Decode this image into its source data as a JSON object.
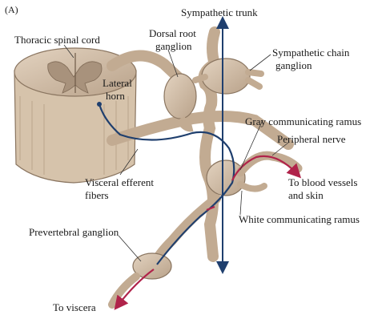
{
  "panel_tag": "(A)",
  "labels": {
    "sympathetic_trunk": "Sympathetic trunk",
    "thoracic_spinal_cord": "Thoracic spinal cord",
    "dorsal_root_ganglion_1": "Dorsal root",
    "dorsal_root_ganglion_2": "ganglion",
    "sympathetic_chain_ganglion_1": "Sympathetic chain",
    "sympathetic_chain_ganglion_2": "ganglion",
    "lateral_horn_1": "Lateral",
    "lateral_horn_2": "horn",
    "gray_communicating_ramus": "Gray communicating ramus",
    "peripheral_nerve": "Peripheral nerve",
    "visceral_efferent_fibers_1": "Visceral efferent",
    "visceral_efferent_fibers_2": "fibers",
    "to_blood_vessels_1": "To blood vessels",
    "to_blood_vessels_2": "and skin",
    "white_communicating_ramus": "White communicating ramus",
    "prevertebral_ganglion": "Prevertebral ganglion",
    "to_viscera": "To  viscera"
  },
  "colors": {
    "nerve_tissue": "#cdb8a0",
    "nerve_outline": "#8a7560",
    "gray_matter": "#a8927c",
    "preganglionic_fiber": "#1f3f6e",
    "postganglionic_fiber": "#b0234a"
  }
}
